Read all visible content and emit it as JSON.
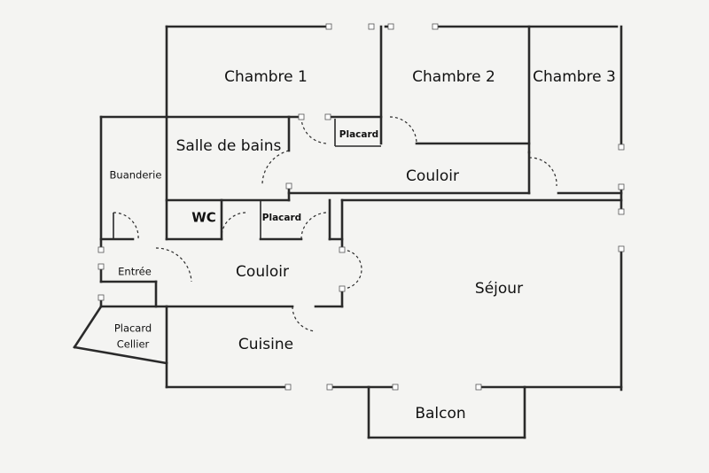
{
  "rooms": {
    "chambre1": "Chambre 1",
    "chambre2": "Chambre 2",
    "chambre3": "Chambre 3",
    "salle_de_bains": "Salle de bains",
    "placard_haut": "Placard",
    "couloir_haut": "Couloir",
    "buanderie": "Buanderie",
    "wc": "WC",
    "placard_wc": "Placard",
    "entree": "Entrée",
    "couloir_bas": "Couloir",
    "sejour": "Séjour",
    "placard_cellier_1": "Placard",
    "placard_cellier_2": "Cellier",
    "cuisine": "Cuisine",
    "balcon": "Balcon"
  }
}
